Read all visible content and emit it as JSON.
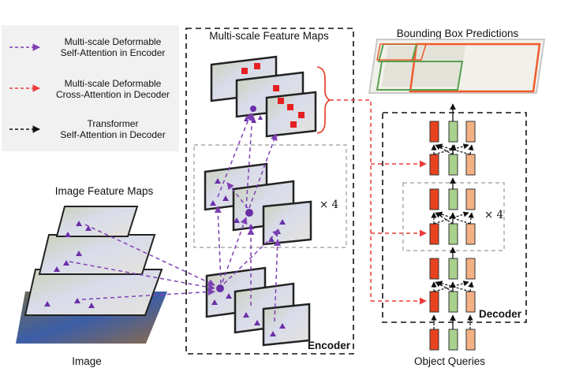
{
  "legend": {
    "items": [
      {
        "line1": "Multi-scale Deformable",
        "line2": "Self-Attention in Encoder",
        "color": "#7e3fb5",
        "icon": "dashed-arrow-icon"
      },
      {
        "line1": "Multi-scale Deformable",
        "line2": "Cross-Attention in Decoder",
        "color": "#ee3b3b",
        "icon": "dashed-arrow-icon"
      },
      {
        "line1": "Transformer",
        "line2": "Self-Attention in Decoder",
        "color": "#111111",
        "icon": "dashed-arrow-icon"
      }
    ]
  },
  "labels": {
    "image_feature_maps": "Image Feature Maps",
    "image": "Image",
    "multiscale_feature_maps": "Multi-scale Feature Maps",
    "encoder": "Encoder",
    "repeat_encoder": "× 4",
    "bbox_predictions": "Bounding Box Predictions",
    "decoder": "Decoder",
    "repeat_decoder": "× 4",
    "object_queries": "Object Queries"
  },
  "colors": {
    "purple": "#7e3fb5",
    "red": "#ee3b3b",
    "query_red": "#e8431e",
    "query_green": "#a9d18e",
    "query_peach": "#f4b183",
    "bbox_orange": "#ef5b2b",
    "bbox_green": "#58a04f"
  }
}
